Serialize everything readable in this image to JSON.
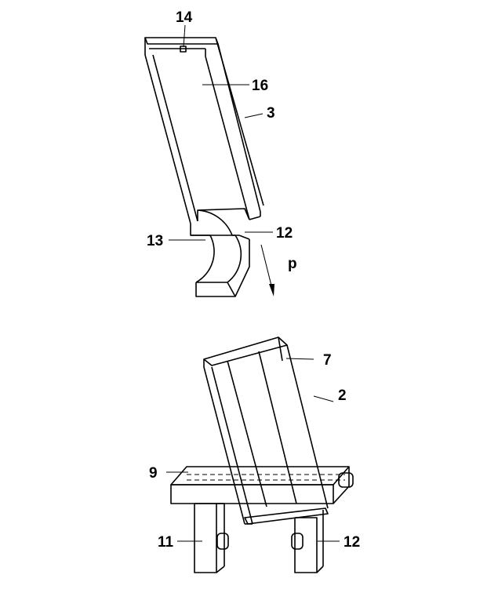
{
  "figure": {
    "labels": {
      "upper_pin": "14",
      "upper_channel": "16",
      "upper_part": "3",
      "cutout": "13",
      "upper_edge": "12",
      "force": "p",
      "lower_channel": "7",
      "lower_part": "2",
      "rail": "9",
      "left_leg": "11",
      "right_leg": "12"
    }
  }
}
